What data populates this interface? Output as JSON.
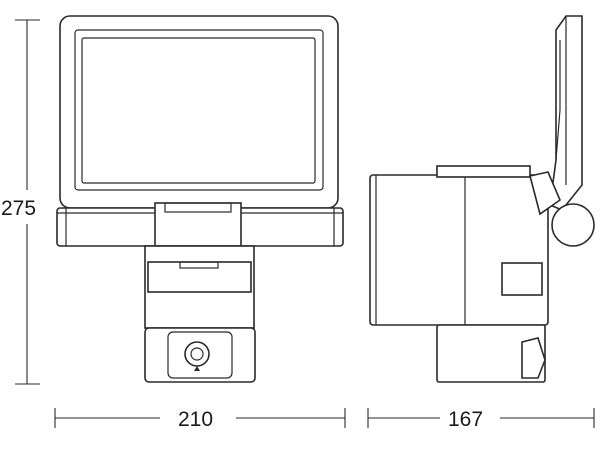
{
  "dimensions": {
    "height": "275",
    "front_width": "210",
    "side_depth": "167"
  }
}
